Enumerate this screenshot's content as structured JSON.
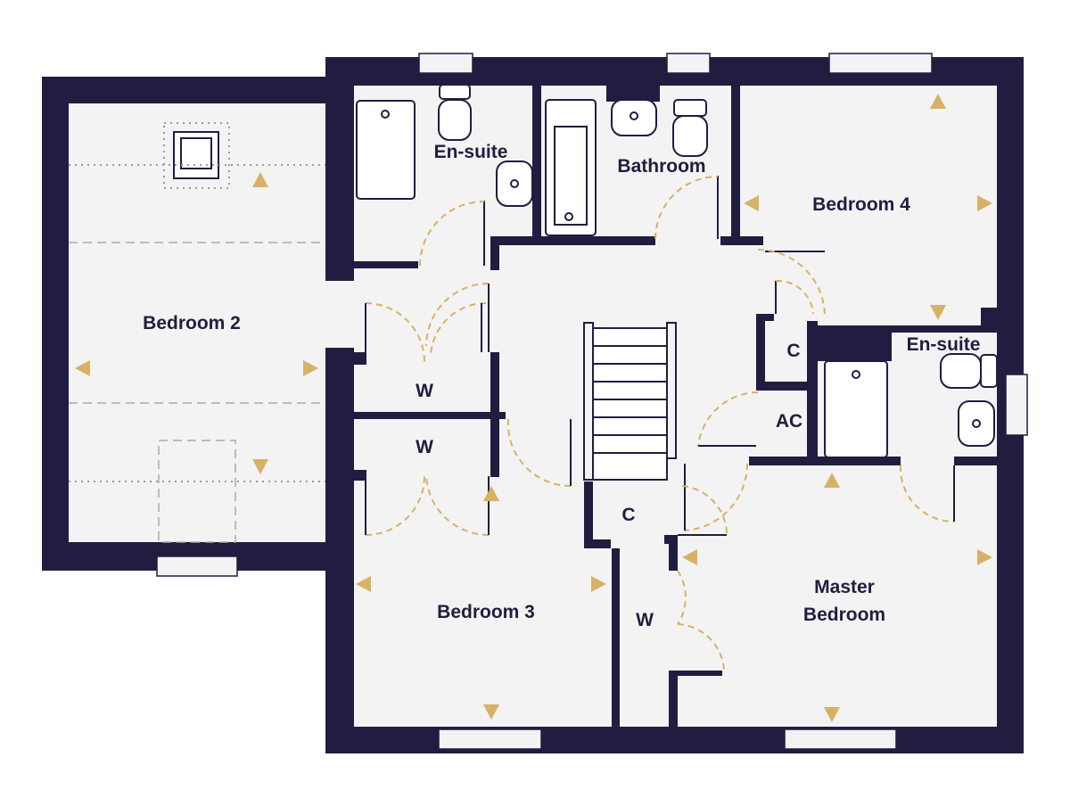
{
  "colors": {
    "wall": "#211d40",
    "floor": "#f3f3f3",
    "accent": "#d7b166"
  },
  "rooms": {
    "bedroom2": "Bedroom 2",
    "ensuite1": "En-suite",
    "bathroom": "Bathroom",
    "bedroom4": "Bedroom 4",
    "cupboard1": "C",
    "airing_cupboard": "AC",
    "ensuite2": "En-suite",
    "wardrobe1": "W",
    "wardrobe2": "W",
    "cupboard2": "C",
    "wardrobe3": "W",
    "bedroom3": "Bedroom 3",
    "master_line1": "Master",
    "master_line2": "Bedroom"
  }
}
